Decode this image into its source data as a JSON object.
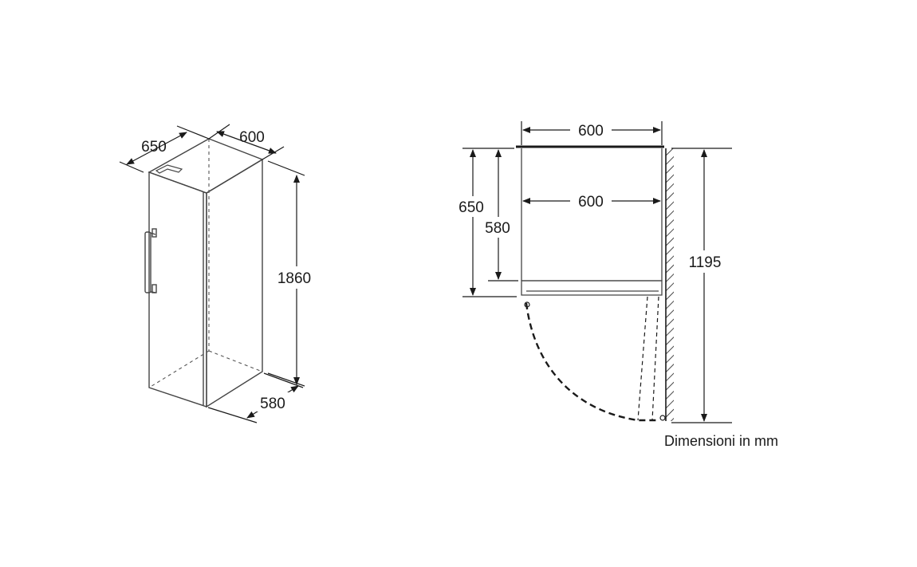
{
  "perspective_view": {
    "depth_label": "650",
    "width_label": "600",
    "height_label": "1860",
    "bottom_depth_label": "580"
  },
  "plan_view": {
    "top_width_label": "600",
    "inner_width_label": "600",
    "depth_label": "650",
    "inner_depth_label": "580",
    "door_swing_label": "1195"
  },
  "caption": "Dimensioni in mm",
  "colors": {
    "line": "#1a1a1a",
    "body_outline": "#444444",
    "hidden_line": "#555555"
  }
}
